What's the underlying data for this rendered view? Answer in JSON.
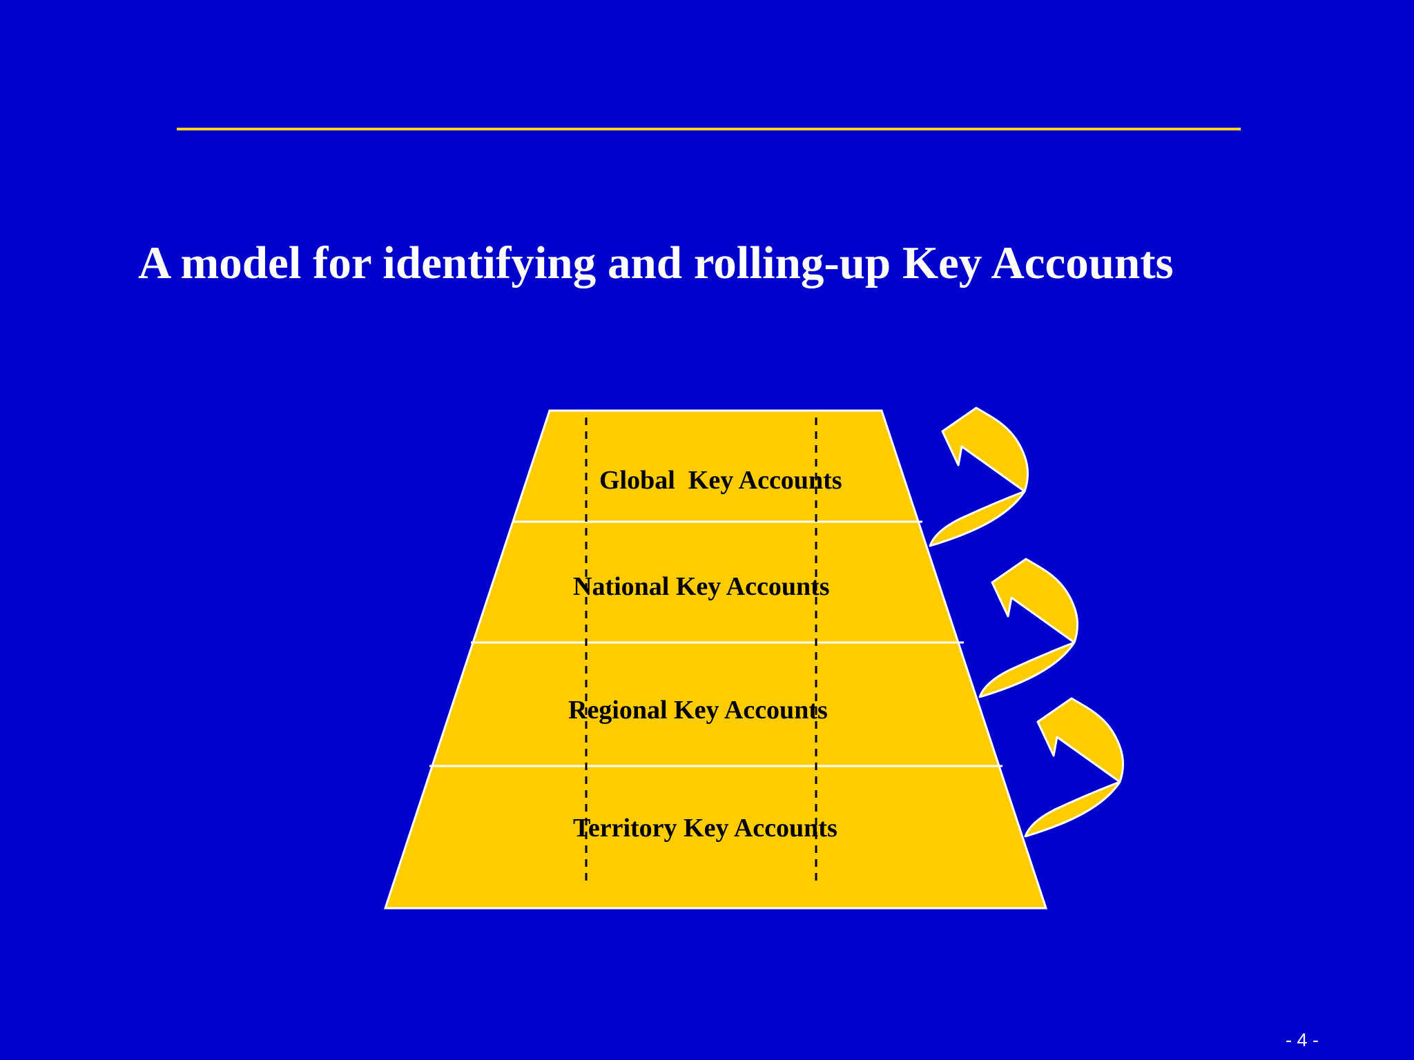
{
  "slide": {
    "title": "A model for identifying and rolling-up Key Accounts",
    "page_number": "- 4 -"
  },
  "pyramid": {
    "tiers": [
      {
        "label": "Global  Key Accounts"
      },
      {
        "label": "National Key Accounts"
      },
      {
        "label": "Regional Key Accounts"
      },
      {
        "label": "Territory Key Accounts"
      }
    ],
    "rollup_arrows": 3
  },
  "colors": {
    "background": "#0000CC",
    "pyramid_fill": "#FFCC00",
    "rule": "#FFD21E",
    "title_text": "#FFFFFF",
    "label_text": "#000000"
  }
}
